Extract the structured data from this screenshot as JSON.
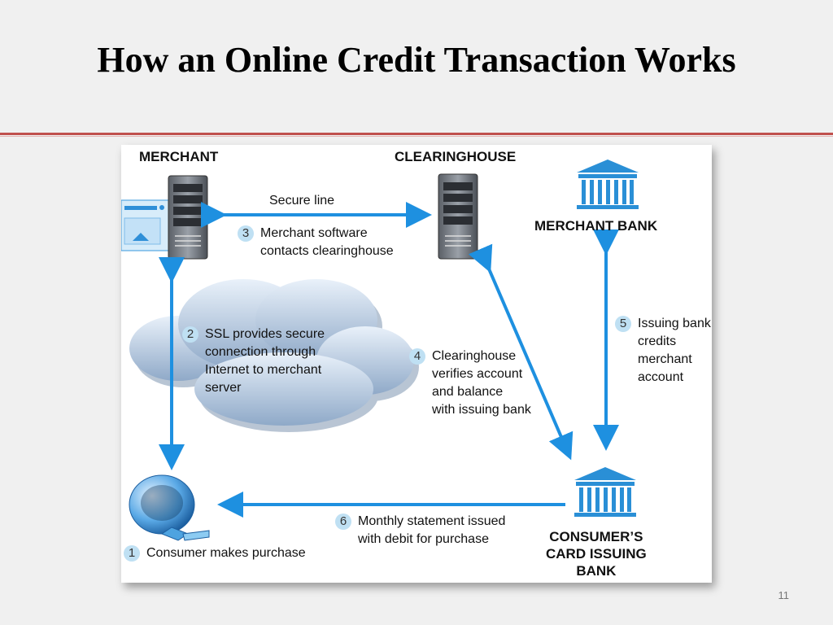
{
  "slide": {
    "title": "How an Online Credit Transaction Works",
    "page_number": "11"
  },
  "diagram": {
    "headings": {
      "merchant": "MERCHANT",
      "clearinghouse": "CLEARINGHOUSE",
      "merchant_bank": "MERCHANT BANK",
      "consumer_bank": "CONSUMER’S\nCARD ISSUING\nBANK"
    },
    "secure_line": "Secure line",
    "steps": [
      {
        "num": "1",
        "text": "Consumer makes purchase"
      },
      {
        "num": "2",
        "text": "SSL provides secure\nconnection through\nInternet to merchant\nserver"
      },
      {
        "num": "3",
        "text": "Merchant software\ncontacts clearinghouse"
      },
      {
        "num": "4",
        "text": "Clearinghouse\nverifies account\nand balance\nwith issuing bank"
      },
      {
        "num": "5",
        "text": "Issuing bank\ncredits\nmerchant\naccount"
      },
      {
        "num": "6",
        "text": "Monthly statement issued\nwith debit for purchase"
      }
    ],
    "colors": {
      "arrow": "#1e90e0",
      "rule": "#c0504d",
      "bank": "#2a8fd6",
      "cloud": "#9fb8d6"
    }
  }
}
